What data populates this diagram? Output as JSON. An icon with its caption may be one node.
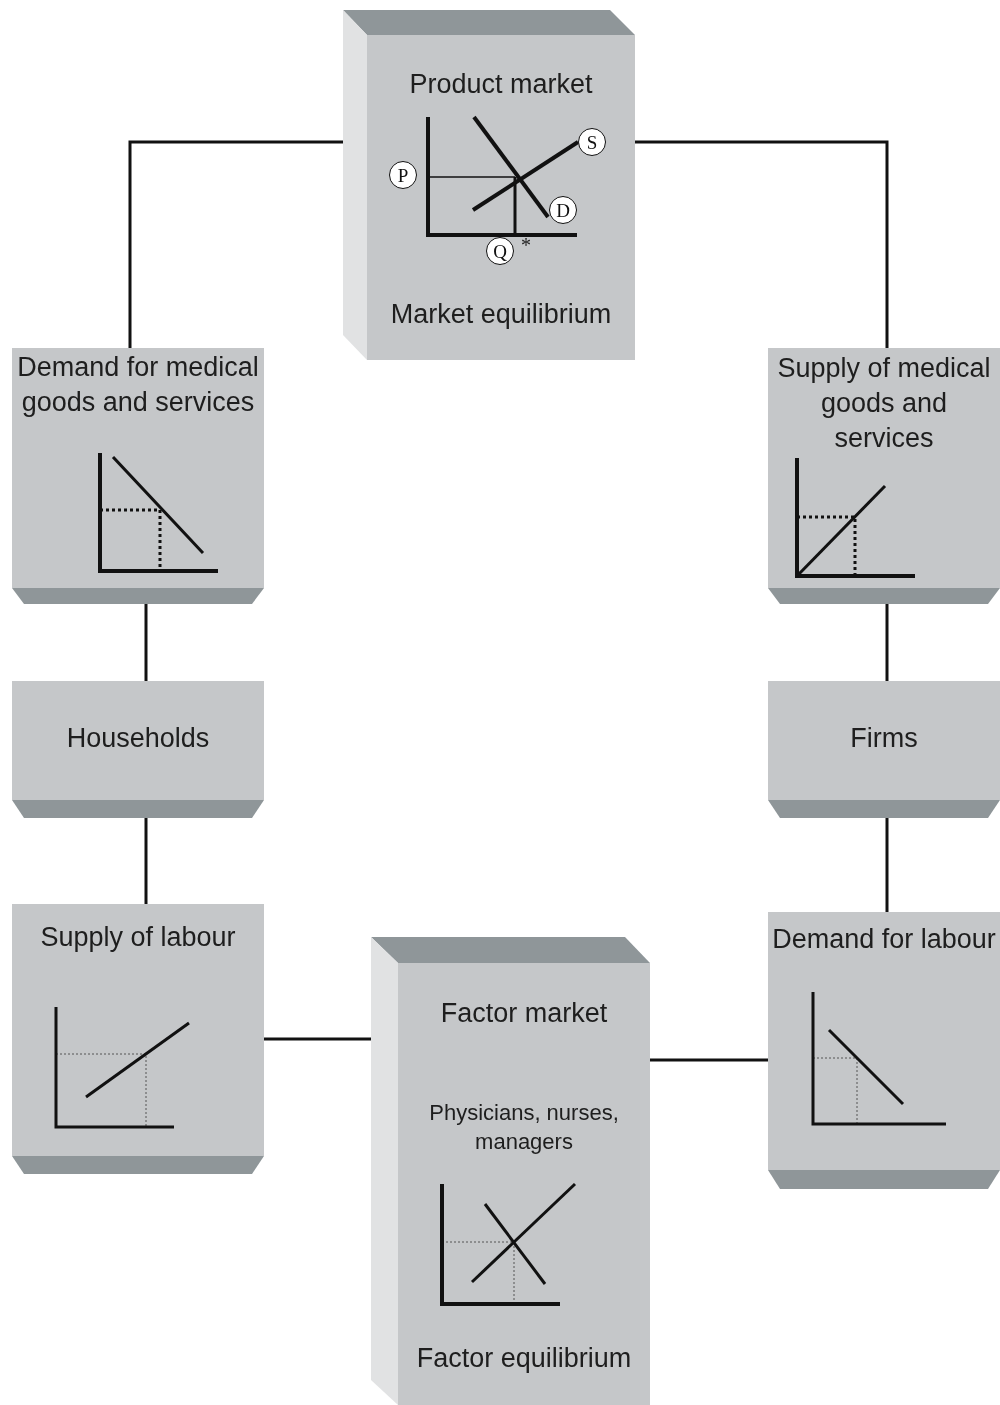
{
  "diagram": {
    "nodes": [
      {
        "text": [
          "Product market",
          "Market equilibrium"
        ]
      },
      {
        "text": [
          "Demand for medical goods and services"
        ]
      },
      {
        "text": [
          "Supply of medical goods and services"
        ]
      },
      {
        "text": [
          "Households"
        ]
      },
      {
        "text": [
          "Firms"
        ]
      },
      {
        "text": [
          "Supply of labour"
        ]
      },
      {
        "text": [
          "Factor market",
          "Physicians, nurses, managers",
          "Factor equilibrium"
        ]
      },
      {
        "text": [
          "Demand for labour"
        ]
      }
    ],
    "edges": [
      {
        "from": 1,
        "to": 0,
        "arrow": "none"
      },
      {
        "from": 0,
        "to": 2,
        "arrow": "none"
      },
      {
        "from": 1,
        "to": 3,
        "arrow": "none"
      },
      {
        "from": 2,
        "to": 4,
        "arrow": "none"
      },
      {
        "from": 3,
        "to": 5,
        "arrow": "none"
      },
      {
        "from": 4,
        "to": 7,
        "arrow": "none"
      },
      {
        "from": 5,
        "to": 6,
        "arrow": "none"
      },
      {
        "from": 6,
        "to": 7,
        "arrow": "none"
      }
    ],
    "labels": [
      "S",
      "P",
      "D",
      "Q",
      "*"
    ]
  }
}
